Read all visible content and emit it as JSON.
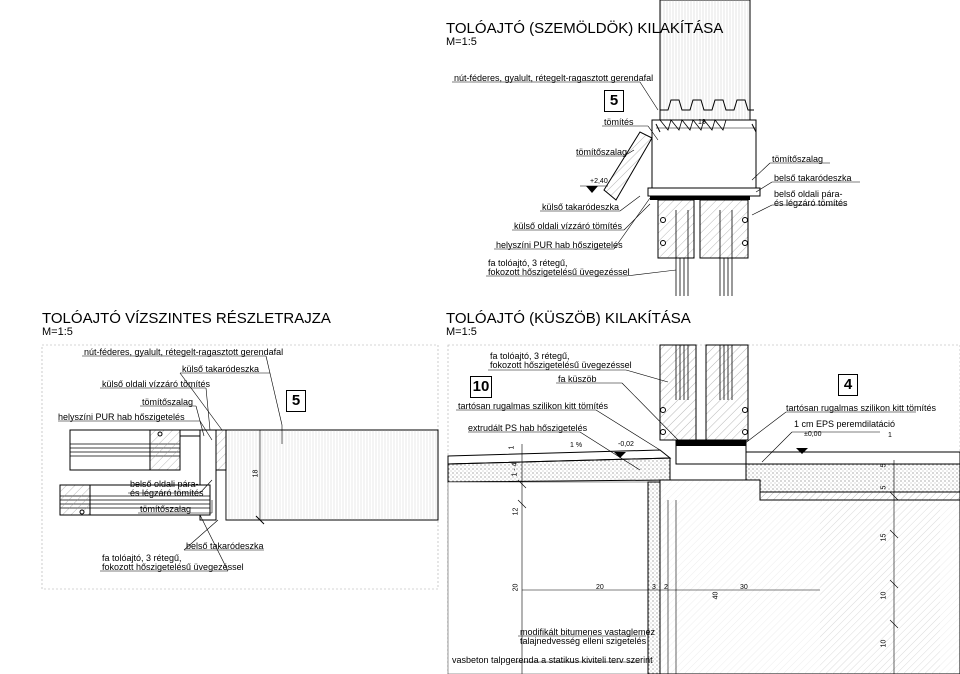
{
  "titles": {
    "top": "TOLÓAJTÓ (SZEMÖLDÖK) KILAKÍTÁSA",
    "top_scale": "M=1:5",
    "left": "TOLÓAJTÓ VÍZSZINTES RÉSZLETRAJZA",
    "left_scale": "M=1:5",
    "right": "TOLÓAJTÓ (KÜSZÖB) KILAKÍTÁSA",
    "right_scale": "M=1:5"
  },
  "top_labels": {
    "wall": "nút-féderes, gyalult, rétegelt-ragasztott gerendafal",
    "box": "5",
    "seal": "tömítés",
    "dim_18": "18",
    "strip_l": "tömítőszalag",
    "strip_r": "tömítőszalag",
    "level": "+2,40",
    "outer_board": "külső takaródeszka",
    "inner_board": "belső takaródeszka",
    "inner_seal": "belső oldali pára-\nés légzáró tömítés",
    "outer_seal": "külső oldali vízzáró tömítés",
    "pur": "helyszíni PUR hab hőszigetelés",
    "door": "fa tolóajtó, 3 rétegű,\nfokozott hőszigetelésű üvegezéssel"
  },
  "left_labels": {
    "wall": "nút-féderes, gyalult, rétegelt-ragasztott gerendafal",
    "outer_board": "külső takaródeszka",
    "outer_seal": "külső oldali vízzáró tömítés",
    "strip1": "tömítőszalag",
    "pur": "helyszíni PUR hab hőszigetelés",
    "box": "5",
    "dim_18": "18",
    "inner_seal": "belső oldali pára-\nés légzáró tömítés",
    "strip2": "tömítőszalag",
    "inner_board": "belső takaródeszka",
    "door": "fa tolóajtó, 3 rétegű,\nfokozott hőszigetelésű üvegezéssel"
  },
  "right_labels": {
    "door": "fa tolóajtó, 3 rétegű,\nfokozott hőszigetelésű üvegezéssel",
    "box_left": "10",
    "box_right": "4",
    "threshold": "fa küszöb",
    "silicone_l": "tartósan rugalmas szilikon kitt tömítés",
    "silicone_r": "tartósan rugalmas szilikon kitt tömítés",
    "xps": "extrudált PS hab hőszigetelés",
    "eps": "1 cm EPS peremdilatáció",
    "slope": "1 %",
    "level_l": "-0,02",
    "level_r": "±0,00",
    "bitumen": "modifikált bitumenes vastaglemez\ntalajnedvesség elleni szigetelés",
    "rebar": "vasbeton talpgerenda a statikus kiviteli terv szerint",
    "dims": [
      "1",
      "1 - 4",
      "12",
      "20",
      "20",
      "3",
      "2",
      "40",
      "30",
      "5",
      "5",
      "15",
      "10",
      "10",
      "1"
    ]
  }
}
